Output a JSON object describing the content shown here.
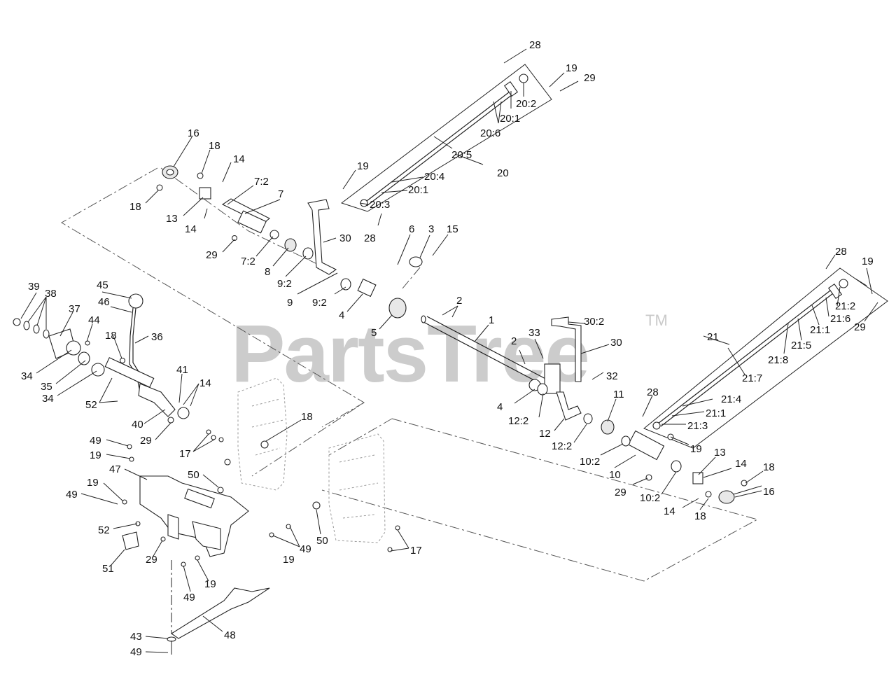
{
  "watermark": {
    "text": "PartsTree",
    "trademark": "TM"
  },
  "labels": {
    "l28a": "28",
    "l19a": "19",
    "l29a": "29",
    "l20_2": "20:2",
    "l20_1a": "20:1",
    "l20_6": "20:6",
    "l20_5": "20:5",
    "l20_4": "20:4",
    "l20_1b": "20:1",
    "l20_3": "20:3",
    "l20": "20",
    "l28b": "28",
    "l19b": "19",
    "l16a": "16",
    "l18a": "18",
    "l14a": "14",
    "l7_2a": "7:2",
    "l7": "7",
    "l18b": "18",
    "l13a": "13",
    "l14b": "14",
    "l29b": "29",
    "l7_2b": "7:2",
    "l8": "8",
    "l9_2a": "9:2",
    "l30a": "30",
    "l9": "9",
    "l9_2b": "9:2",
    "l6": "6",
    "l3": "3",
    "l15": "15",
    "l4a": "4",
    "l5": "5",
    "l2a": "2",
    "l1": "1",
    "l2b": "2",
    "l33": "33",
    "l30_2": "30:2",
    "l30b": "30",
    "l32": "32",
    "l4b": "4",
    "l12_2a": "12:2",
    "l12": "12",
    "l12_2b": "12:2",
    "l11": "11",
    "l10_2a": "10:2",
    "l10": "10",
    "l29c": "29",
    "l10_2b": "10:2",
    "l28c": "28",
    "l19c": "19",
    "l21": "21",
    "l21_2": "21:2",
    "l21_6": "21:6",
    "l21_1a": "21:1",
    "l21_5": "21:5",
    "l29d": "29",
    "l21_8": "21:8",
    "l21_7": "21:7",
    "l21_4": "21:4",
    "l21_1b": "21:1",
    "l21_3": "21:3",
    "l28d": "28",
    "l19d": "19",
    "l13b": "13",
    "l14c": "14",
    "l18c": "18",
    "l16b": "16",
    "l14d": "14",
    "l18d": "18",
    "l39": "39",
    "l38": "38",
    "l45": "45",
    "l46": "46",
    "l37": "37",
    "l44": "44",
    "l36": "36",
    "l18e": "18",
    "l34a": "34",
    "l35": "35",
    "l34b": "34",
    "l52a": "52",
    "l41": "41",
    "l14e": "14",
    "l40": "40",
    "l29e": "29",
    "l17a": "17",
    "l18f": "18",
    "l49a": "49",
    "l19e": "19",
    "l47": "47",
    "l50a": "50",
    "l19f": "19",
    "l49b": "49",
    "l52b": "52",
    "l51": "51",
    "l29f": "29",
    "l49c": "49",
    "l19g": "19",
    "l50b": "50",
    "l17b": "17",
    "l49d": "49",
    "l19h": "19",
    "l48": "48",
    "l43": "43",
    "l49e": "49"
  }
}
